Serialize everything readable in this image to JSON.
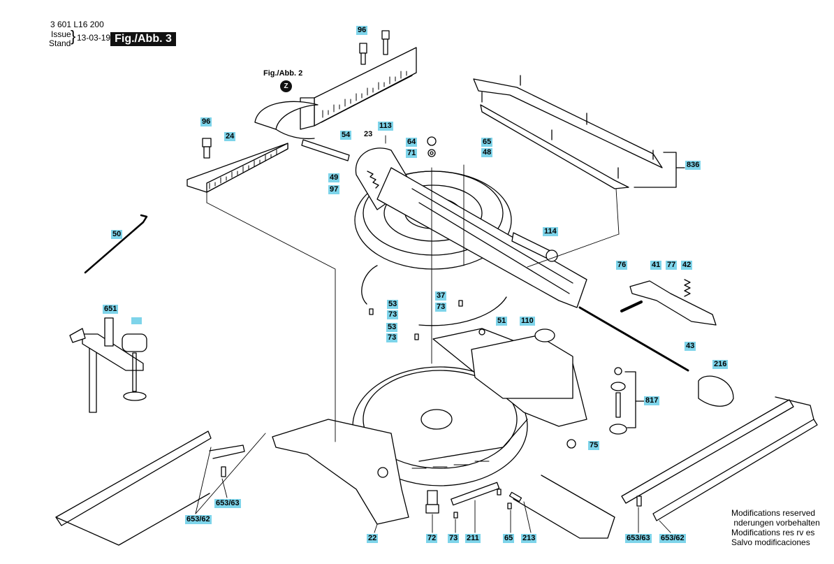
{
  "header": {
    "part_number": "3 601 L16 200",
    "issue_label": "Issue",
    "stand_label": "Stand",
    "date": "13-03-19",
    "figure_tag": "Fig./Abb. 3"
  },
  "ref_figure": {
    "label": "Fig./Abb. 2",
    "marker": "Z"
  },
  "part_labels": [
    "96",
    "96",
    "24",
    "54",
    "23",
    "113",
    "64",
    "71",
    "65",
    "48",
    "49",
    "97",
    "836",
    "50",
    "114",
    "76",
    "41",
    "77",
    "42",
    "37",
    "73",
    "53",
    "73",
    "651",
    "53",
    "73",
    "51",
    "110",
    "43",
    "216",
    "817",
    "75",
    "653/63",
    "653/62",
    "22",
    "72",
    "73",
    "211",
    "65",
    "213",
    "653/63",
    "653/62"
  ],
  "notes": [
    "Modifications reserved",
    " nderungen vorbehalten",
    "Modifications res rv es",
    "Salvo modificaciones"
  ]
}
